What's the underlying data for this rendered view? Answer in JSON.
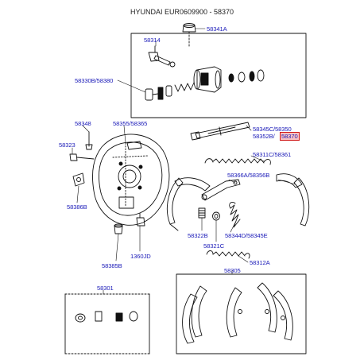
{
  "title": "HYUNDAI EUR0609900 - 58370",
  "labels": {
    "l58341A": "58341A",
    "l58314": "58314",
    "l58330B": "58330B/58380",
    "l58348": "58348",
    "l58355": "58355/58365",
    "l58323": "58323",
    "l58386B": "58386B",
    "l58385B": "58385B",
    "l1360JD": "1360JD",
    "l58345C": "58345C/58350",
    "l58352B": "58352B/",
    "l58370": "58370",
    "l58311C": "58311C/58361",
    "l58366A": "58366A/58356B",
    "l58322B": "58322B",
    "l58344D": "58344D/58345E",
    "l58321C": "58321C",
    "l58312A": "58312A",
    "l58305": "58305",
    "l58301": "58301"
  },
  "highlight_color": "#d01818",
  "label_color": "#1a1ab8"
}
